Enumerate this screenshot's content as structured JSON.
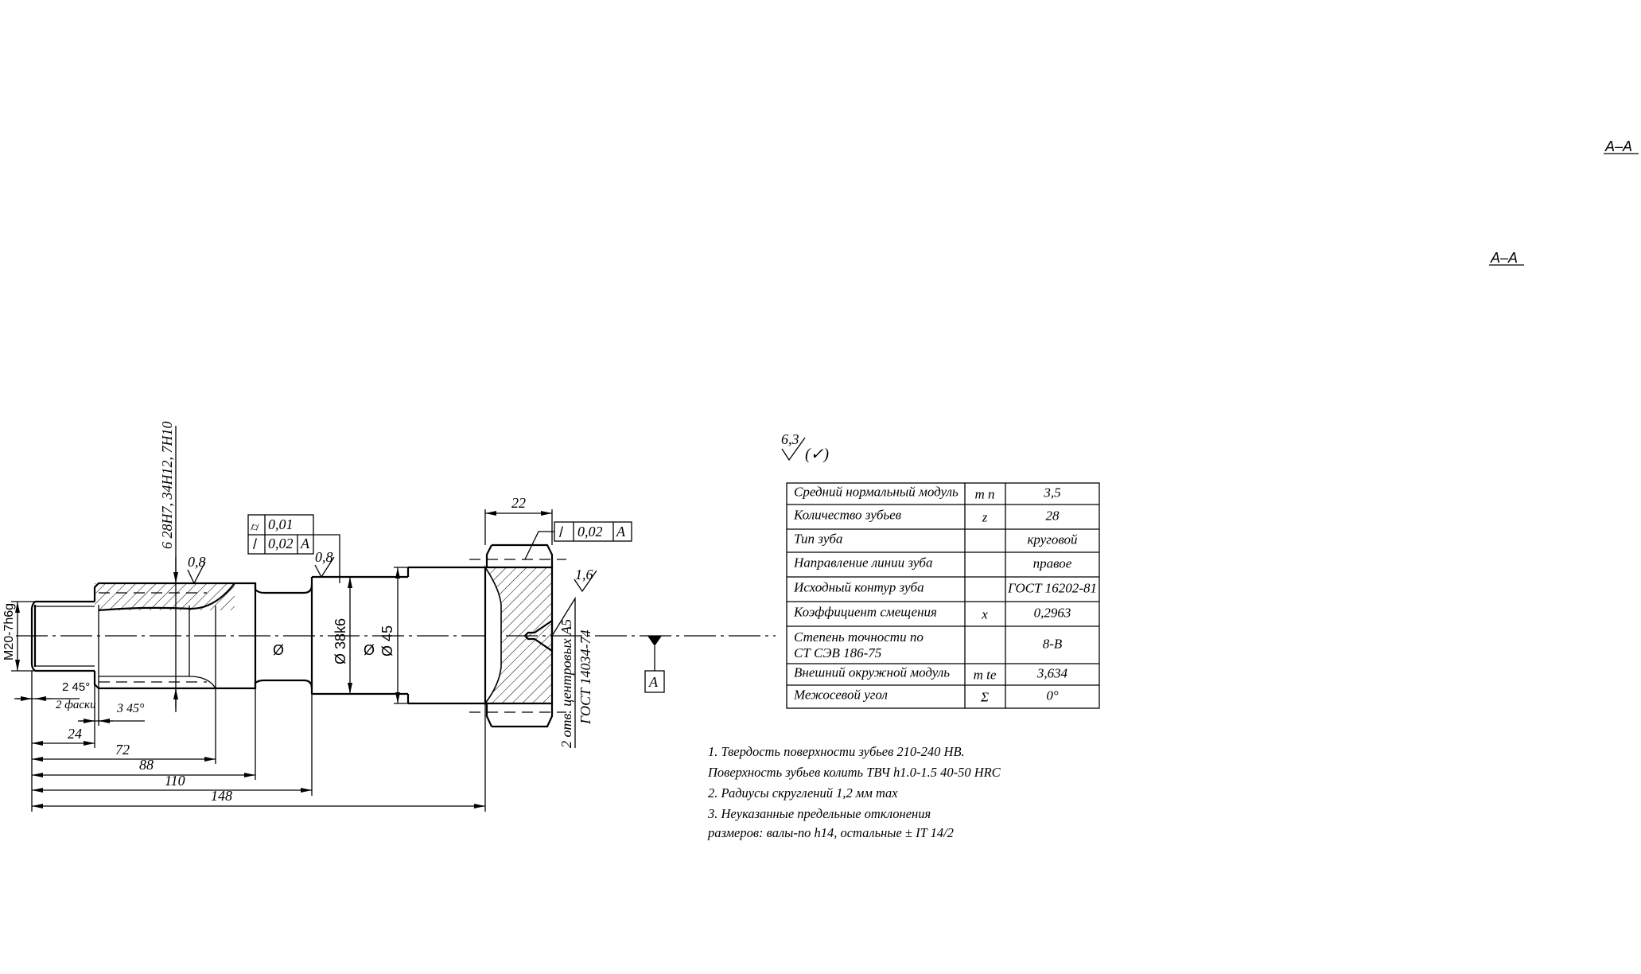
{
  "section_labels": [
    "A–A",
    "A–A"
  ],
  "roughness_general": {
    "value": "6,3",
    "bracket": "(✓)"
  },
  "shaft": {
    "thread_label": "M20-7h6g",
    "bore_label": "6  28H7, 34H12, 7H10",
    "roughness_bore": "0,8",
    "roughness_shaft": "0,8",
    "roughness_center": "1,6",
    "chamfer1": "2  45°",
    "chamfer1_note": "2 фаски",
    "chamfer2": "3  45°",
    "diameter_sym1": "Ø",
    "diameter_sym2": "Ø",
    "dia_38": "Ø 38k6",
    "dia_45": "Ø 45",
    "width_22": "22",
    "center_holes": "2 отв. центровых А5",
    "center_holes_std": "ГОСТ 14034-74",
    "datum": "A",
    "dims": [
      "24",
      "72",
      "88",
      "110",
      "148"
    ]
  },
  "tolerance_frame_left": {
    "row1": {
      "symbol": "⌭",
      "value": "0,01"
    },
    "row2": {
      "symbol": "/",
      "value": "0,02",
      "datum": "A"
    }
  },
  "tolerance_frame_right": {
    "symbol": "/",
    "value": "0,02",
    "datum": "A"
  },
  "params_table": [
    {
      "name": "Средний нормальный модуль",
      "sym": "m n",
      "value": "3,5"
    },
    {
      "name": "Количество зубьев",
      "sym": "z",
      "value": "28"
    },
    {
      "name": "Тип зуба",
      "sym": "",
      "value": "круговой"
    },
    {
      "name": "Направление линии зуба",
      "sym": "",
      "value": "правое"
    },
    {
      "name": "Исходный контур зуба",
      "sym": "",
      "value": "ГОСТ 16202-81"
    },
    {
      "name": "Коэффициент смещения",
      "sym": "x",
      "value": "0,2963"
    },
    {
      "name": "Степень точности по",
      "name2": "СТ СЭВ 186-75",
      "sym": "",
      "value": "8-В"
    },
    {
      "name": "Внешний окружной модуль",
      "sym": "m te",
      "value": "3,634"
    },
    {
      "name": "Межосевой угол",
      "sym": "Σ",
      "value": "0°"
    }
  ],
  "notes": [
    "1. Твердость поверхности зубьев 210-240 HB.",
    "Поверхность зубьев колить ТВЧ h1.0-1.5 40-50 HRC",
    "2. Радиусы скруглений 1,2 мм max",
    "3. Неуказанные предельные отклонения",
    "размеров: валы-по h14, остальные ± IT 14/2"
  ]
}
